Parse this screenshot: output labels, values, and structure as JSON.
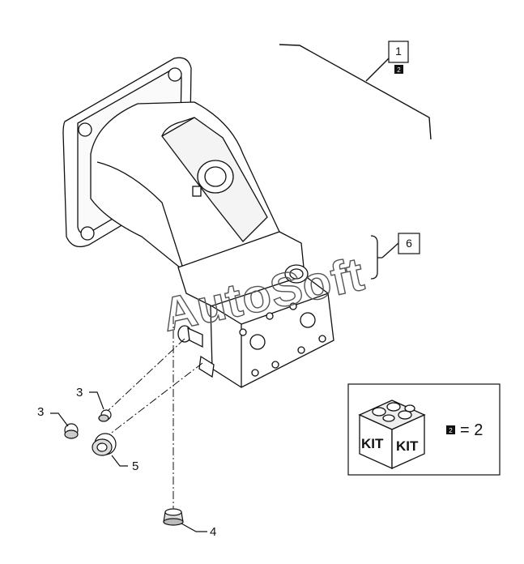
{
  "diagram": {
    "callouts": {
      "c1": "1",
      "c6": "6",
      "c3a": "3",
      "c3b": "3",
      "c4": "4",
      "c5": "5",
      "kit_ref_badge": "2"
    },
    "kit_legend": {
      "kit_label_left": "KIT",
      "kit_label_right": "KIT",
      "equals_text": "= 2",
      "badge": "2"
    },
    "watermark": "AutoSoft",
    "colors": {
      "line": "#111111",
      "fill": "#ffffff",
      "shade": "#dddddd"
    }
  }
}
